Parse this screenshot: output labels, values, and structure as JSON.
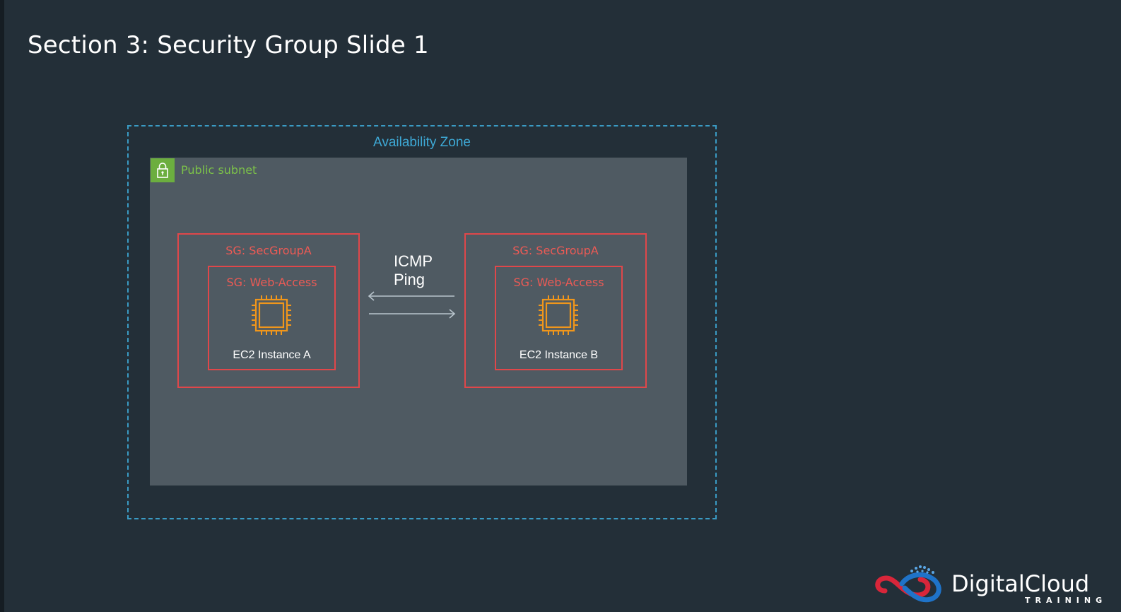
{
  "slide": {
    "title": "Section 3: Security Group Slide 1"
  },
  "diagram": {
    "az_label": "Availability Zone",
    "subnet_label": "Public subnet",
    "instance_a": {
      "outer_sg": "SG: SecGroupA",
      "inner_sg": "SG: Web-Access",
      "name": "EC2 Instance A"
    },
    "instance_b": {
      "outer_sg": "SG: SecGroupA",
      "inner_sg": "SG: Web-Access",
      "name": "EC2 Instance B"
    },
    "connection": {
      "line1": "ICMP",
      "line2": "Ping"
    },
    "icons": {
      "subnet": "lock-icon",
      "instance": "ec2-chip-icon"
    }
  },
  "brand": {
    "name": "DigitalCloud",
    "subtitle": "TRAINING"
  },
  "colors": {
    "background": "#232f38",
    "az_border": "#3a9bc4",
    "subnet_fill": "#4f5a62",
    "subnet_accent": "#6cae3f",
    "security_group": "#e0474a",
    "ec2_orange": "#f0961b"
  }
}
